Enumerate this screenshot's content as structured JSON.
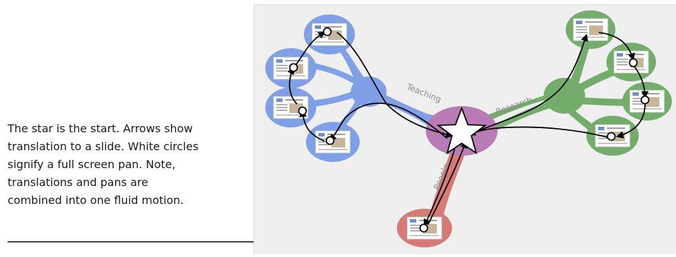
{
  "caption": {
    "lines": [
      "The star is the start. Arrows show",
      "translation to a slide. White circles",
      "signify a full screen pan. Note,",
      "translations and pans are",
      "combined into one fluid motion."
    ]
  },
  "branches": {
    "teaching": "Teaching",
    "research": "Research",
    "people": "People"
  },
  "colors": {
    "teaching": "#7f9fe6",
    "research": "#73ac6b",
    "people": "#d67a76",
    "hub": "#b87bb6",
    "panel": "#efefef"
  },
  "icons": {
    "start": "star-icon",
    "pan_marker": "white-circle-icon",
    "leader_end": "black-dot-icon"
  }
}
